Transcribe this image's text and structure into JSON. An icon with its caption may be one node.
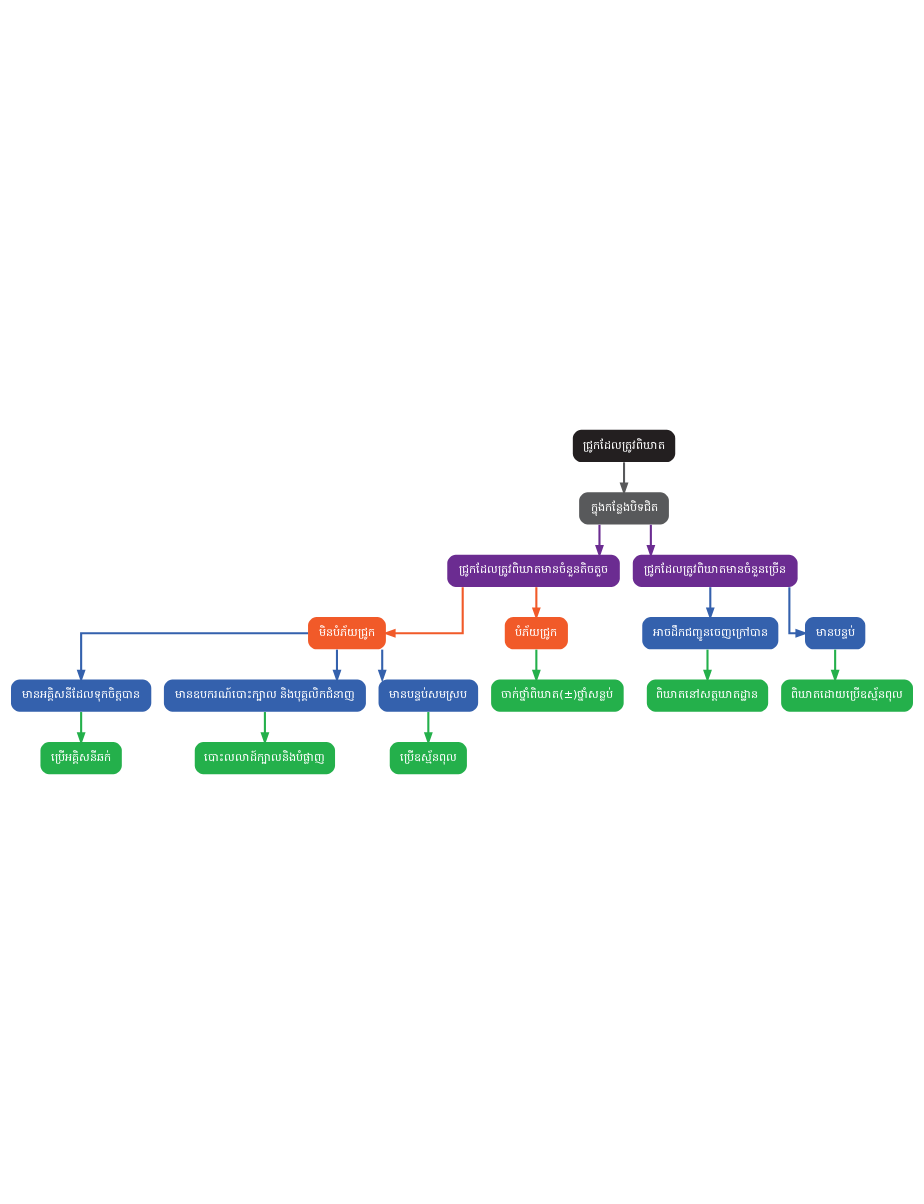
{
  "diagram": {
    "nodes": [
      {
        "text": [
          "ជ្រូកដែលត្រូវពិឃាត"
        ]
      },
      {
        "text": [
          "ក្នុងកន្លែងបិទជិត"
        ]
      },
      {
        "text": [
          "ជ្រូកដែលត្រូវពិឃាតមានចំនួនតិចតួច"
        ]
      },
      {
        "text": [
          "ជ្រូកដែលត្រូវពិឃាតមានចំនួនច្រើន"
        ]
      },
      {
        "text": [
          "មិនបំភ័យជ្រូក"
        ]
      },
      {
        "text": [
          "បំភ័យជ្រូក"
        ]
      },
      {
        "text": [
          "អាចដឹកជញ្ជូនចេញក្រៅបាន"
        ]
      },
      {
        "text": [
          "មានបន្ទប់"
        ]
      },
      {
        "text": [
          "មានអគ្គិសនីដែលទុកចិត្តបាន"
        ]
      },
      {
        "text": [
          "មានឧបករណ៍បោះក្បាល និងបុគ្គលិកជំនាញ"
        ]
      },
      {
        "text": [
          "មានបន្ទប់សមស្រប"
        ]
      },
      {
        "text": [
          "ចាក់ថ្នាំពិឃាត(±)ថ្នាំសន្លប់"
        ]
      },
      {
        "text": [
          "ពិឃាតនៅសត្តឃាតដ្ឋាន"
        ]
      },
      {
        "text": [
          "ពិឃាតដោយប្រើឧស្ម័នពុល"
        ]
      },
      {
        "text": [
          "ប្រើអគ្គិសនីឆក់"
        ]
      },
      {
        "text": [
          "បោះលលាដ៍ក្បាលនិងបំផ្លាញ"
        ]
      },
      {
        "text": [
          "ប្រើឧស្ម័នពុល"
        ]
      }
    ],
    "edges": [
      {
        "from": 0,
        "to": 1,
        "arrow": "to",
        "color": "#58595b"
      },
      {
        "from": 1,
        "to": 2,
        "arrow": "to",
        "color": "#6b2c91"
      },
      {
        "from": 1,
        "to": 3,
        "arrow": "to",
        "color": "#6b2c91"
      },
      {
        "from": 2,
        "to": 4,
        "arrow": "to",
        "color": "#f15a29"
      },
      {
        "from": 2,
        "to": 5,
        "arrow": "to",
        "color": "#f15a29"
      },
      {
        "from": 3,
        "to": 6,
        "arrow": "to",
        "color": "#3461ad"
      },
      {
        "from": 3,
        "to": 7,
        "arrow": "to",
        "color": "#3461ad"
      },
      {
        "from": 4,
        "to": 8,
        "arrow": "to",
        "color": "#3461ad"
      },
      {
        "from": 4,
        "to": 9,
        "arrow": "to",
        "color": "#3461ad"
      },
      {
        "from": 4,
        "to": 10,
        "arrow": "to",
        "color": "#3461ad"
      },
      {
        "from": 5,
        "to": 11,
        "arrow": "to"
      },
      {
        "from": 6,
        "to": 12,
        "arrow": "to"
      },
      {
        "from": 7,
        "to": 13,
        "arrow": "to"
      },
      {
        "from": 8,
        "to": 14,
        "arrow": "to"
      },
      {
        "from": 9,
        "to": 15,
        "arrow": "to"
      },
      {
        "from": 10,
        "to": 16,
        "arrow": "to"
      }
    ]
  }
}
